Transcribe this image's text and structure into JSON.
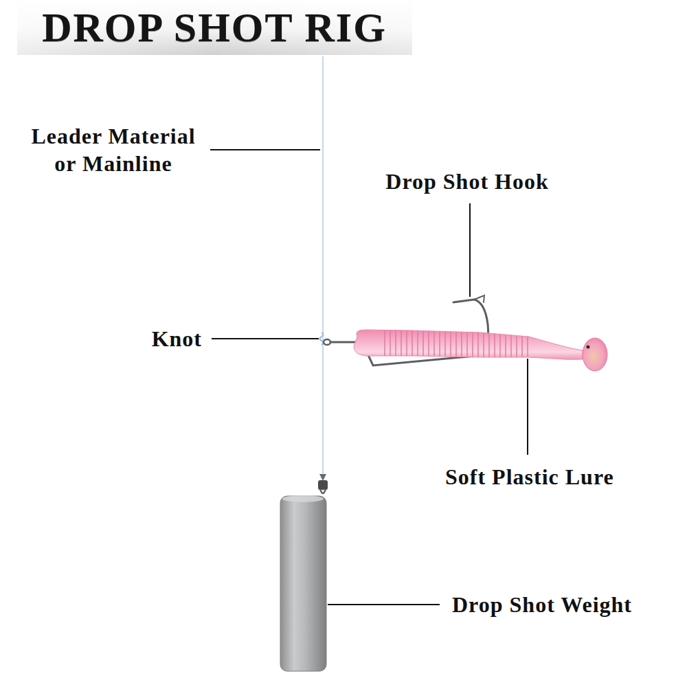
{
  "diagram": {
    "title": "DROP SHOT RIG",
    "labels": [
      "Leader Material or Mainline",
      "Drop Shot Hook",
      "Knot",
      "Soft Plastic Lure",
      "Drop Shot Weight"
    ]
  }
}
